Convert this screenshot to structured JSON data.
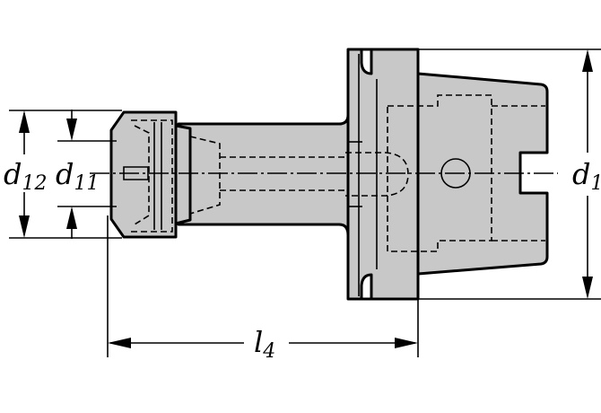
{
  "drawing": {
    "title": "",
    "labels": {
      "d12": {
        "base": "d",
        "sub": "12"
      },
      "d11": {
        "base": "d",
        "sub": "11"
      },
      "d1": {
        "base": "d",
        "sub": "1"
      },
      "l4": {
        "base": "l",
        "sub": "4"
      }
    },
    "colors": {
      "body": "#c8c8c8",
      "line": "#000000",
      "background": "#ffffff"
    }
  }
}
